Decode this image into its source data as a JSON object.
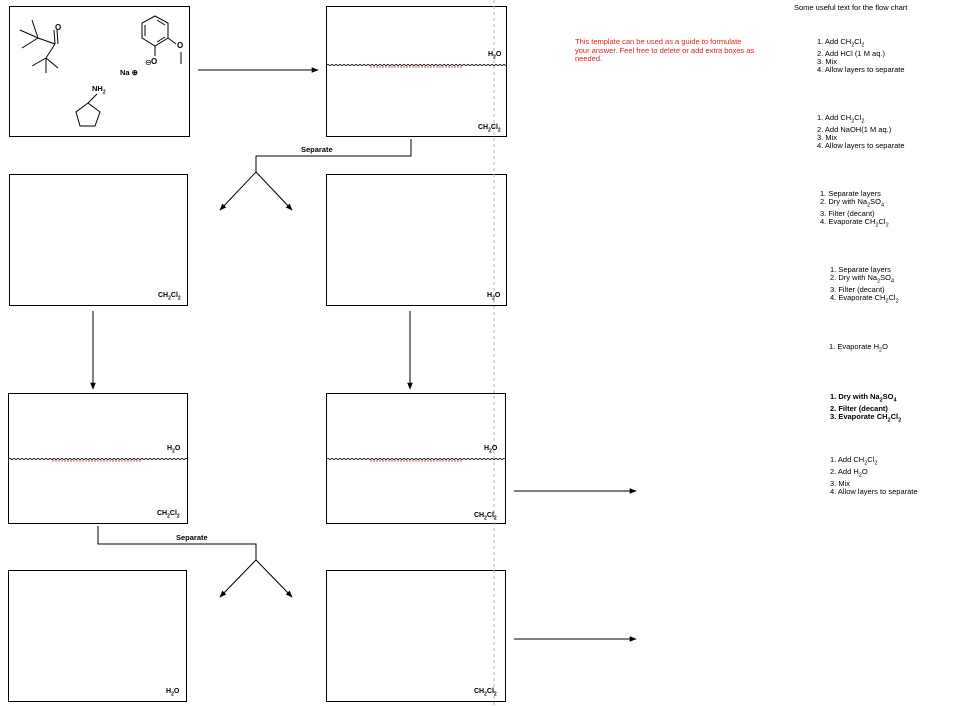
{
  "heading": "Some useful text for the flow chart",
  "template_note": "This template can be used as a guide to formulate your answer. Feel free to delete or add extra boxes as needed.",
  "start_box": {
    "sodium_label": "Na ⊕",
    "oxide_label": "O",
    "oxide_charge": "⊖",
    "ring_oxygen": "O",
    "ketone_oxygen": "O",
    "amine_label": "NH",
    "amine_sub": "2"
  },
  "labels": {
    "water": "H2O",
    "dcm": "CH2Cl2",
    "separate": "Separate"
  },
  "step_groups": [
    {
      "bold": false,
      "steps": [
        "1. Add CH2Cl2",
        "2. Add HCl (1 M aq.)",
        "3. Mix",
        "4. Allow layers to separate"
      ]
    },
    {
      "bold": false,
      "steps": [
        "1. Add CH2Cl2",
        "2. Add NaOH(1 M aq.)",
        "3. Mix",
        "4. Allow layers to separate"
      ]
    },
    {
      "bold": false,
      "steps": [
        "1. Separate layers",
        "2. Dry with Na2SO4",
        "3. Filter (decant)",
        "4. Evaporate CH2Cl2"
      ]
    },
    {
      "bold": false,
      "steps": [
        "1. Separate layers",
        "2. Dry with Na2SO4",
        "3. Filter (decant)",
        "4. Evaporate CH2Cl2"
      ]
    },
    {
      "bold": false,
      "steps": [
        "1. Evaporate H2O"
      ]
    },
    {
      "bold": true,
      "steps": [
        "1. Dry with Na2SO4",
        "2. Filter (decant)",
        "3. Evaporate CH2Cl2"
      ]
    },
    {
      "bold": false,
      "steps": [
        "1. Add CH2Cl2",
        "2. Add H2O",
        "3. Mix",
        "4. Allow layers to separate"
      ]
    }
  ],
  "colors": {
    "accent_red": "#e0201c",
    "underline_red": "#e88a8a"
  }
}
